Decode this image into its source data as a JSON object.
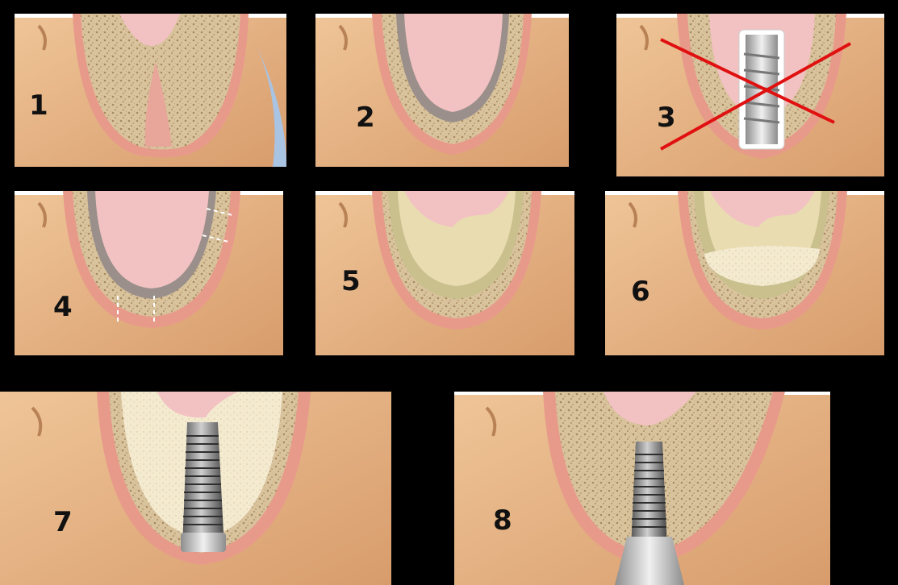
{
  "figure": {
    "panels": [
      {
        "label": "1"
      },
      {
        "label": "2"
      },
      {
        "label": "3"
      },
      {
        "label": "4"
      },
      {
        "label": "5"
      },
      {
        "label": "6"
      },
      {
        "label": "7"
      },
      {
        "label": "8"
      }
    ]
  },
  "colors": {
    "background": "#000000",
    "skin": "#e8b585",
    "gum": "#e89a8a",
    "bone": "#d8c09a",
    "socket": "#f2c2c2",
    "membrane": "#e9dcb0",
    "graft": "#f3ecd0",
    "implant": "#8a8a8a",
    "cross": "#e01010",
    "sky": "#a9c3e3"
  },
  "icons": [
    "bone-socket",
    "implant-screw",
    "red-cross-mark"
  ]
}
